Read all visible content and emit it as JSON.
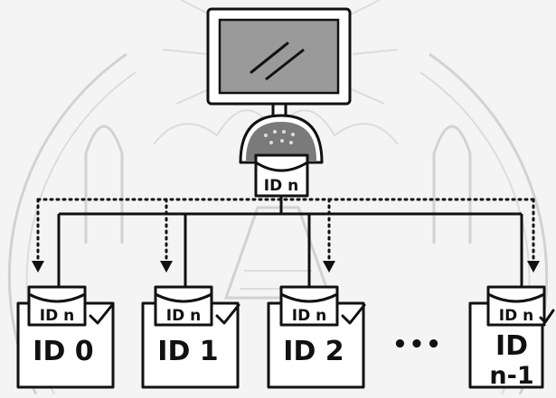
{
  "reader": {
    "id_label": "ID n"
  },
  "tags": [
    {
      "tag_label": "ID n",
      "device_label": "ID 0"
    },
    {
      "tag_label": "ID n",
      "device_label": "ID 1"
    },
    {
      "tag_label": "ID n",
      "device_label": "ID 2"
    },
    {
      "tag_label": "ID n",
      "device_label_line1": "ID",
      "device_label_line2": "n-1"
    }
  ],
  "ellipsis": "•••"
}
